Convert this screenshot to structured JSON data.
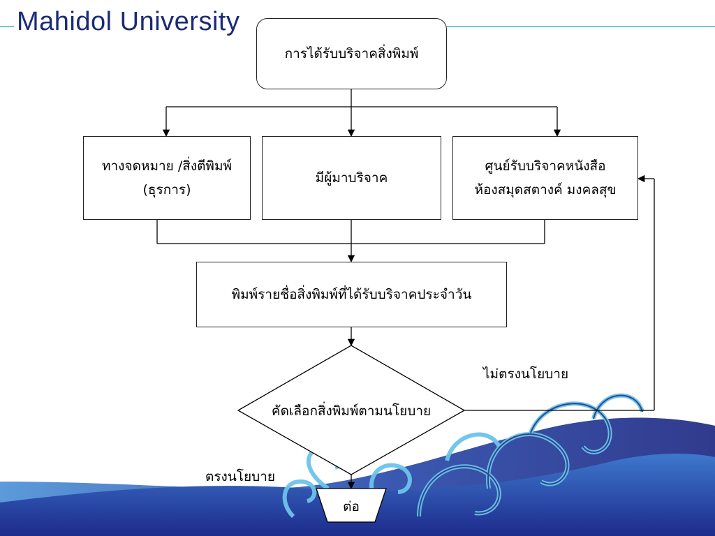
{
  "header": {
    "brand": "Mahidol University",
    "accent_color": "#6fc6cf",
    "brand_color": "#1b2a78"
  },
  "flowchart": {
    "start": "การได้รับบริจาคสิ่งพิมพ์",
    "source_mail": {
      "line1": "ทางจดหมาย /สิ่งตีพิมพ์",
      "line2": "(ธุรการ)"
    },
    "source_donor": "มีผู้มาบริจาค",
    "source_center": {
      "line1": "ศูนย์รับบริจาคหนังสือ",
      "line2": "ห้องสมุดสตางค์ มงคลสุข"
    },
    "print_list": "พิมพ์รายชื่อสิ่งพิมพ์ที่ได้รับบริจาคประจำวัน",
    "decision": "คัดเลือกสิ่งพิมพ์ตามนโยบาย",
    "label_no": "ไม่ตรงนโยบาย",
    "label_yes": "ตรงนโยบาย",
    "continue": "ต่อ"
  },
  "colors": {
    "wave_dark": "#1d2f8f",
    "wave_light": "#3aa3d6",
    "swirl": "#5fb7e0"
  }
}
